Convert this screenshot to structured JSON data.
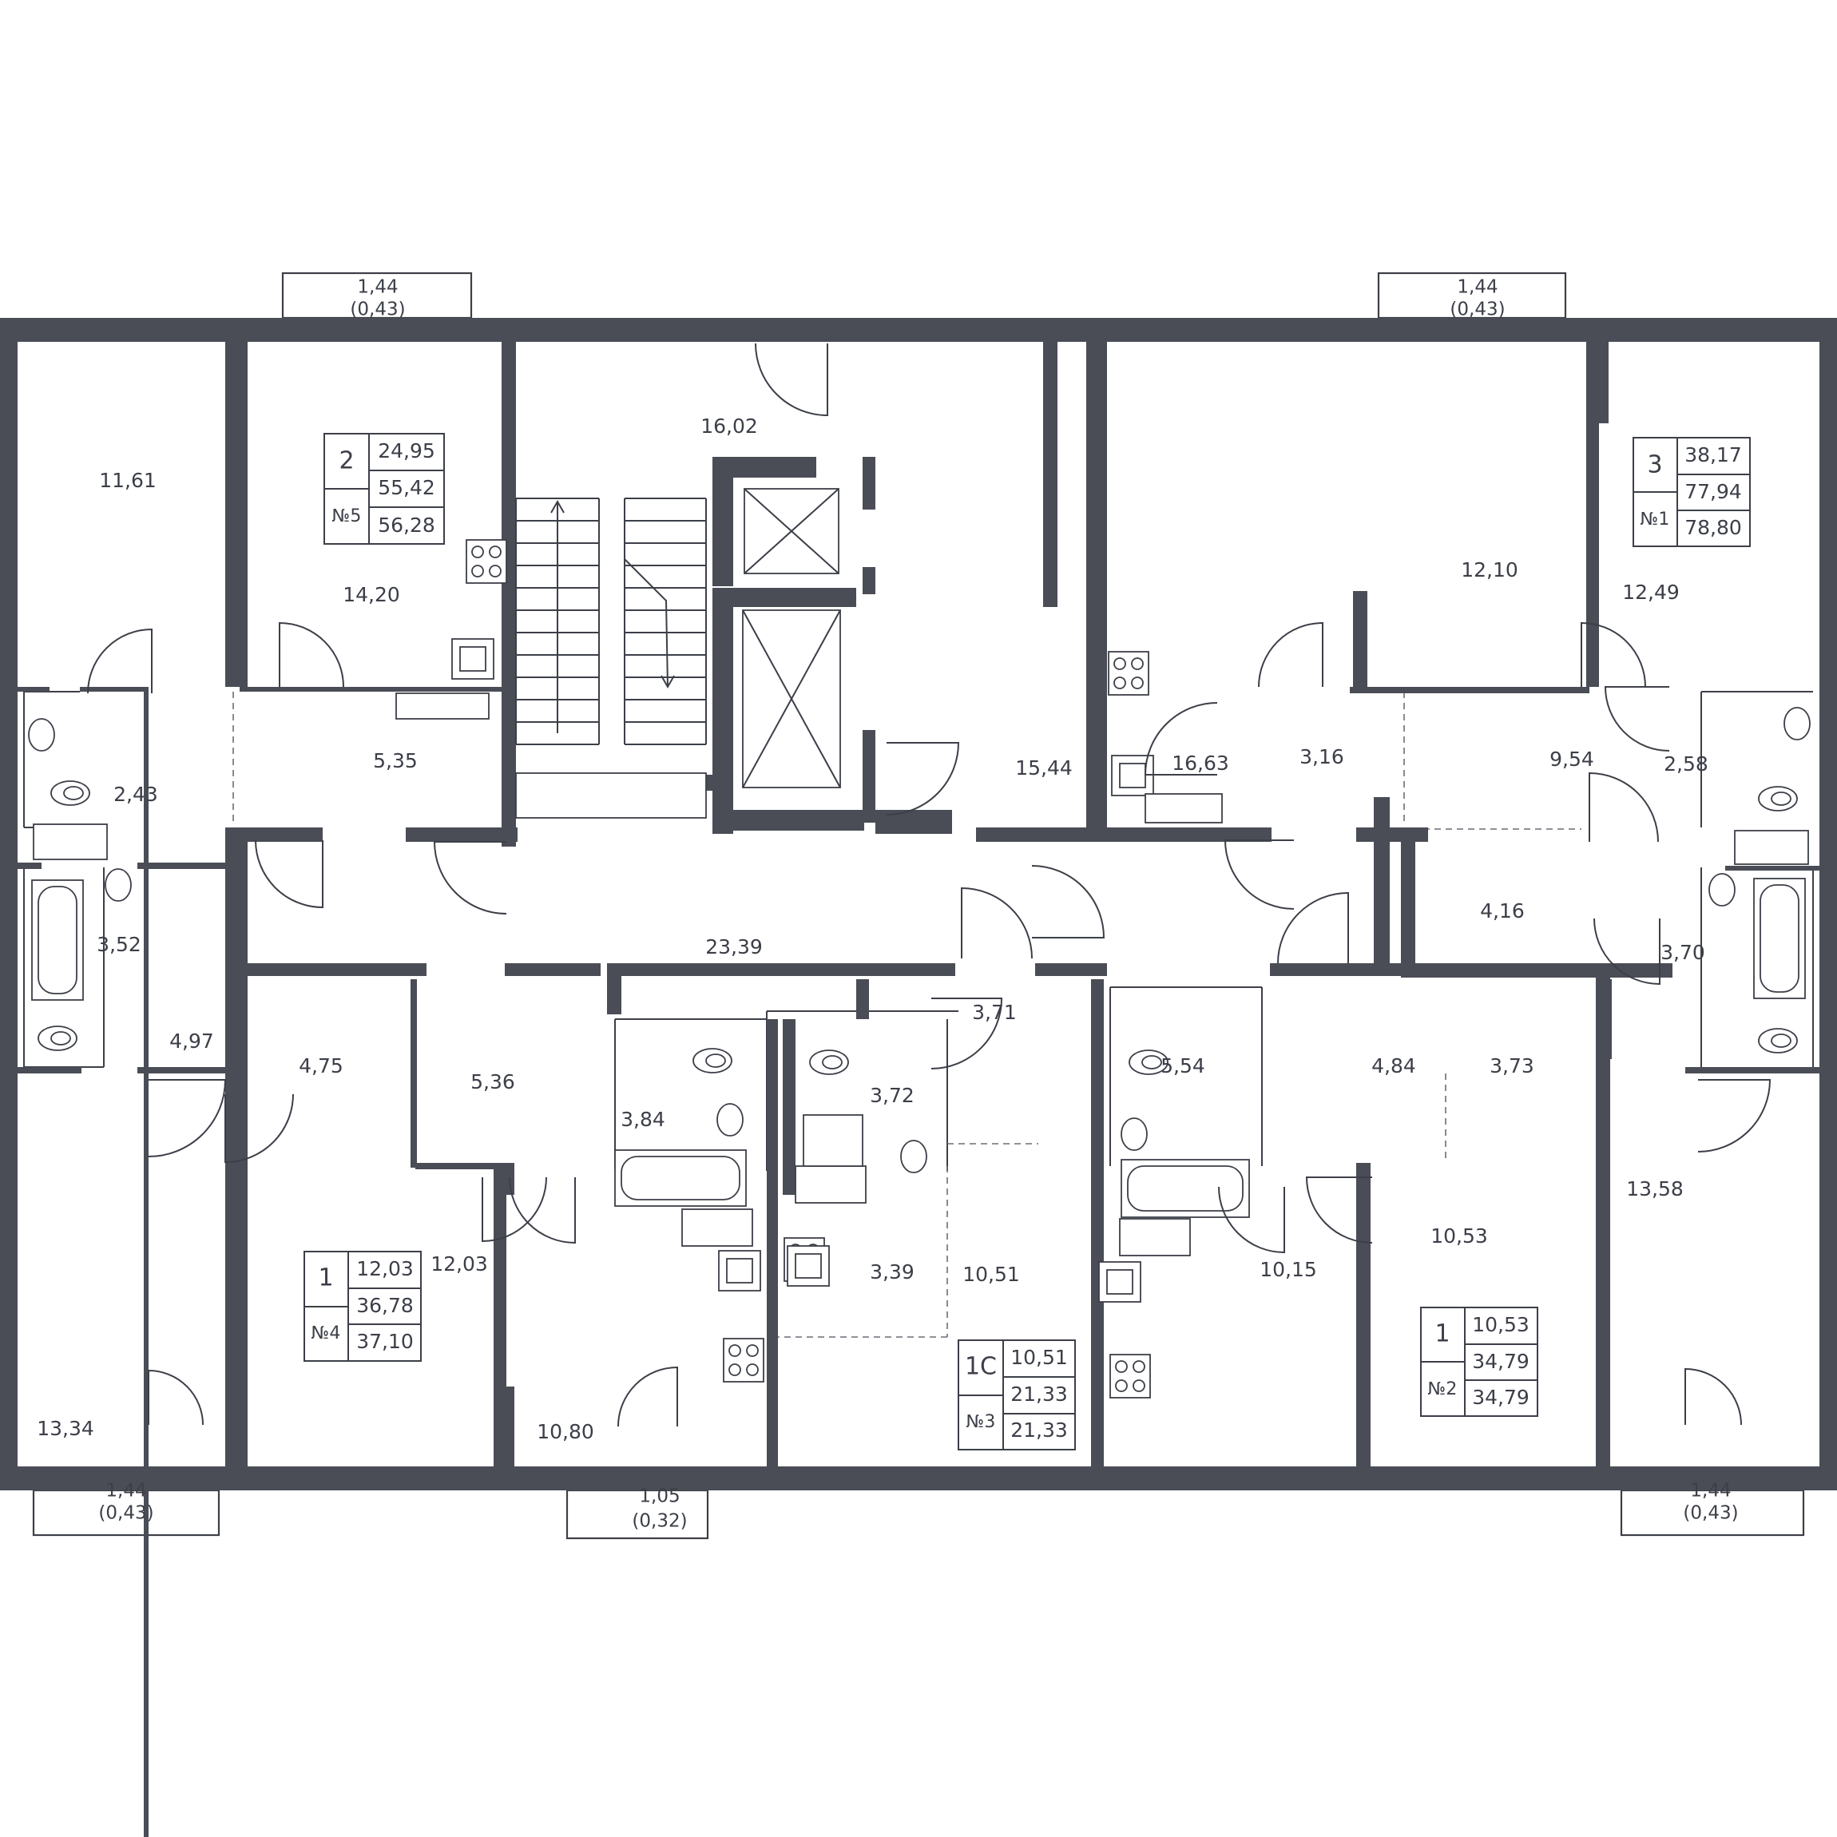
{
  "colors": {
    "wall": "#4a4d56",
    "line": "#3c3f48",
    "background": "#ffffff"
  },
  "rooms": [
    {
      "id": "r-11-61",
      "label": "11,61"
    },
    {
      "id": "r-14-20",
      "label": "14,20"
    },
    {
      "id": "r-16-02",
      "label": "16,02"
    },
    {
      "id": "r-15-44",
      "label": "15,44"
    },
    {
      "id": "r-16-63",
      "label": "16,63"
    },
    {
      "id": "r-12-10",
      "label": "12,10"
    },
    {
      "id": "r-12-49",
      "label": "12,49"
    },
    {
      "id": "r-2-43",
      "label": "2,43"
    },
    {
      "id": "r-5-35",
      "label": "5,35"
    },
    {
      "id": "r-3-16",
      "label": "3,16"
    },
    {
      "id": "r-9-54",
      "label": "9,54"
    },
    {
      "id": "r-2-58",
      "label": "2,58"
    },
    {
      "id": "r-3-52",
      "label": "3,52"
    },
    {
      "id": "r-23-39",
      "label": "23,39"
    },
    {
      "id": "r-4-16",
      "label": "4,16"
    },
    {
      "id": "r-3-70",
      "label": "3,70"
    },
    {
      "id": "r-4-97",
      "label": "4,97"
    },
    {
      "id": "r-4-75",
      "label": "4,75"
    },
    {
      "id": "r-5-36",
      "label": "5,36"
    },
    {
      "id": "r-3-84",
      "label": "3,84"
    },
    {
      "id": "r-3-72",
      "label": "3,72"
    },
    {
      "id": "r-3-71",
      "label": "3,71"
    },
    {
      "id": "r-5-54",
      "label": "5,54"
    },
    {
      "id": "r-4-84",
      "label": "4,84"
    },
    {
      "id": "r-3-73",
      "label": "3,73"
    },
    {
      "id": "r-13-58",
      "label": "13,58"
    },
    {
      "id": "r-12-03",
      "label": "12,03"
    },
    {
      "id": "r-3-39",
      "label": "3,39"
    },
    {
      "id": "r-10-51",
      "label": "10,51"
    },
    {
      "id": "r-10-15",
      "label": "10,15"
    },
    {
      "id": "r-10-53",
      "label": "10,53"
    },
    {
      "id": "r-13-34",
      "label": "13,34"
    },
    {
      "id": "r-10-80",
      "label": "10,80"
    }
  ],
  "balconies": [
    {
      "id": "b-top-left",
      "area": "1,44",
      "reduced": "(0,43)"
    },
    {
      "id": "b-top-right",
      "area": "1,44",
      "reduced": "(0,43)"
    },
    {
      "id": "b-bottom-left",
      "area": "1,44",
      "reduced": "(0,43)"
    },
    {
      "id": "b-bottom-mid",
      "area": "1,05",
      "reduced": "(0,32)"
    },
    {
      "id": "b-bottom-right",
      "area": "1,44",
      "reduced": "(0,43)"
    }
  ],
  "apartments": [
    {
      "id": "apt-5",
      "rooms": "2",
      "number": "№5",
      "living": "24,95",
      "total": "55,42",
      "total_with_balcony": "56,28"
    },
    {
      "id": "apt-1",
      "rooms": "3",
      "number": "№1",
      "living": "38,17",
      "total": "77,94",
      "total_with_balcony": "78,80"
    },
    {
      "id": "apt-4",
      "rooms": "1",
      "number": "№4",
      "living": "12,03",
      "total": "36,78",
      "total_with_balcony": "37,10"
    },
    {
      "id": "apt-3",
      "rooms": "1С",
      "number": "№3",
      "living": "10,51",
      "total": "21,33",
      "total_with_balcony": "21,33"
    },
    {
      "id": "apt-2",
      "rooms": "1",
      "number": "№2",
      "living": "10,53",
      "total": "34,79",
      "total_with_balcony": "34,79"
    }
  ]
}
